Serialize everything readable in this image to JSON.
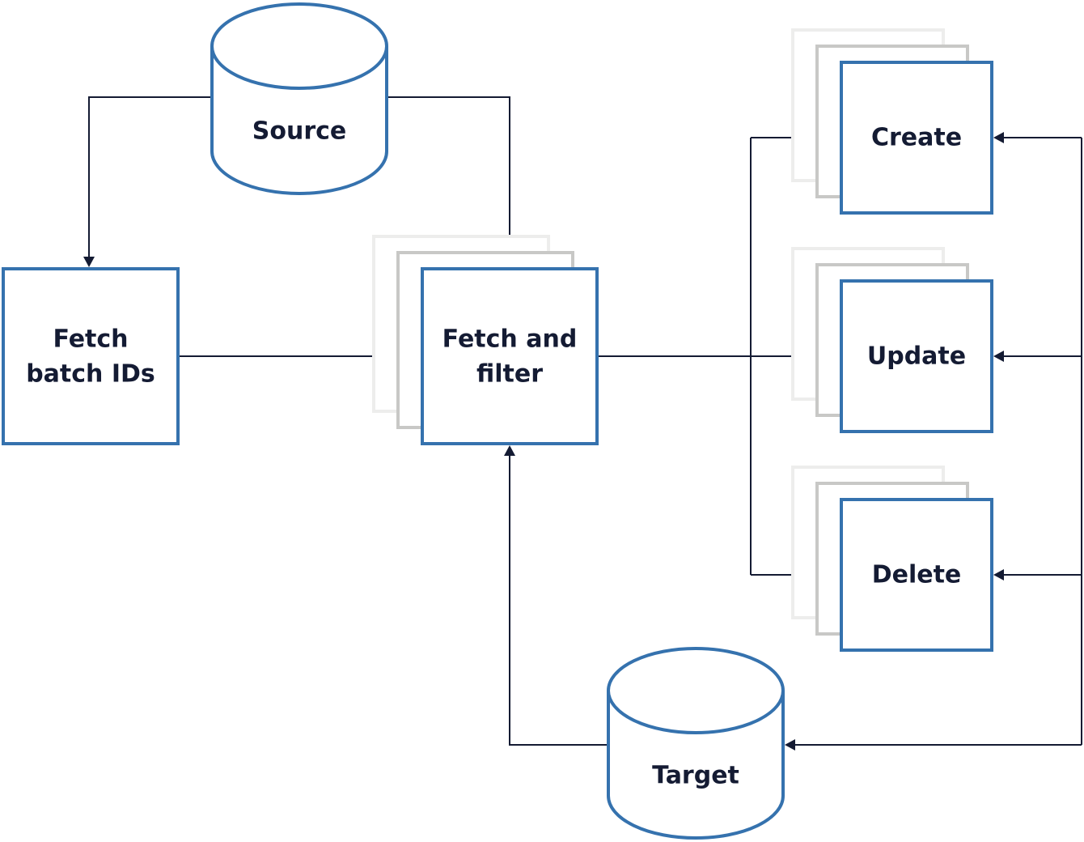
{
  "nodes": {
    "source": {
      "label": "Source"
    },
    "target": {
      "label": "Target"
    },
    "fetch_batch_ids": {
      "lines": [
        "Fetch",
        "batch IDs"
      ]
    },
    "fetch_and_filter": {
      "lines": [
        "Fetch and",
        "filter"
      ]
    },
    "create": {
      "label": "Create"
    },
    "update": {
      "label": "Update"
    },
    "delete": {
      "label": "Delete"
    }
  },
  "colors": {
    "node_border": "#3572ae",
    "edge": "#141b33",
    "text": "#141b33",
    "stack_shadow_near": "#c8c8c6",
    "stack_shadow_far": "#ededec"
  }
}
